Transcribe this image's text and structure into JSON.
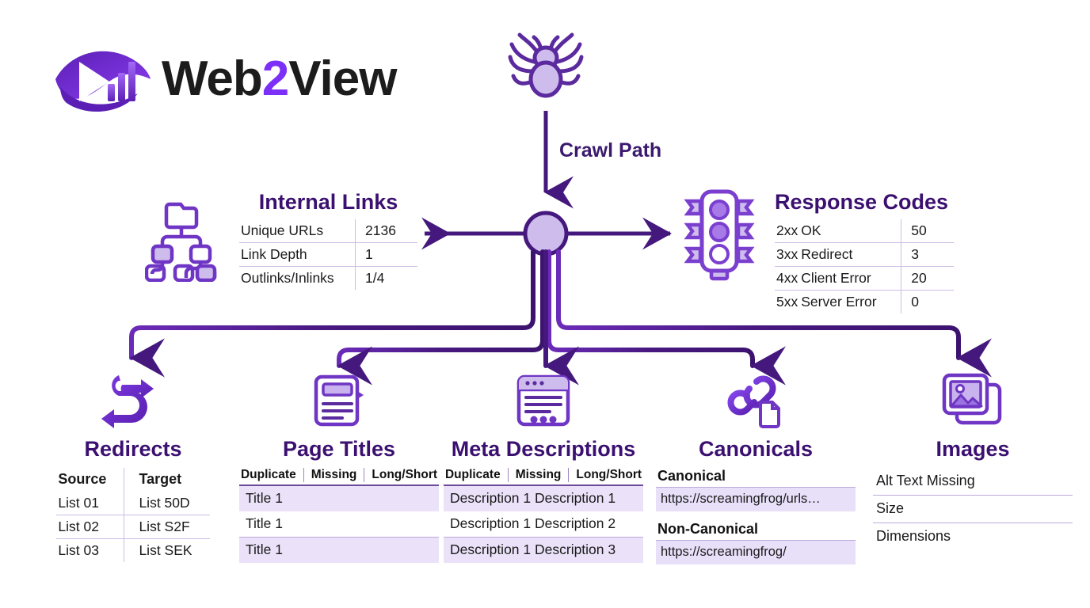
{
  "brand": {
    "name_part1": "Web",
    "name_accent": "2",
    "name_part2": "View",
    "logo_icon": "eye-play-chart-logo",
    "accent_color": "#7b2ff7",
    "dark_color": "#3b1070"
  },
  "flow": {
    "crawler_icon": "spider-icon",
    "crawl_label": "Crawl Path",
    "hub_icon": "hub-node"
  },
  "internal_links": {
    "icon": "sitemap-icon",
    "title": "Internal Links",
    "rows": [
      {
        "label": "Unique URLs",
        "value": "2136"
      },
      {
        "label": "Link Depth",
        "value": "1"
      },
      {
        "label": "Outlinks/Inlinks",
        "value": "1/4"
      }
    ]
  },
  "response_codes": {
    "icon": "traffic-light-icon",
    "title": "Response Codes",
    "rows": [
      {
        "code": "2xx",
        "label": "OK",
        "value": "50"
      },
      {
        "code": "3xx",
        "label": "Redirect",
        "value": "3"
      },
      {
        "code": "4xx",
        "label": "Client Error",
        "value": "20"
      },
      {
        "code": "5xx",
        "label": "Server Error",
        "value": "0"
      }
    ]
  },
  "redirects": {
    "icon": "redirect-arrows-icon",
    "title": "Redirects",
    "headers": [
      "Source",
      "Target"
    ],
    "rows": [
      {
        "source": "List 01",
        "target": "List 50D"
      },
      {
        "source": "List 02",
        "target": "List S2F"
      },
      {
        "source": "List 03",
        "target": "List SEK"
      }
    ]
  },
  "page_titles": {
    "icon": "document-title-icon",
    "title": "Page Titles",
    "headers": [
      "Duplicate",
      "Missing",
      "Long/Short"
    ],
    "rows": [
      "Title 1",
      "Title 1",
      "Title 1"
    ]
  },
  "meta_descriptions": {
    "icon": "browser-window-icon",
    "title": "Meta Descriptions",
    "headers": [
      "Duplicate",
      "Missing",
      "Long/Short"
    ],
    "rows": [
      "Description 1 Description 1",
      "Description 1 Description 2",
      "Description 1 Description 3"
    ]
  },
  "canonicals": {
    "icon": "link-document-icon",
    "title": "Canonicals",
    "groups": [
      {
        "label": "Canonical",
        "url": "https://screamingfrog/urls…"
      },
      {
        "label": "Non-Canonical",
        "url": "https://screamingfrog/"
      }
    ]
  },
  "images": {
    "icon": "photo-stack-icon",
    "title": "Images",
    "items": [
      "Alt Text Missing",
      "Size",
      "Dimensions"
    ]
  }
}
